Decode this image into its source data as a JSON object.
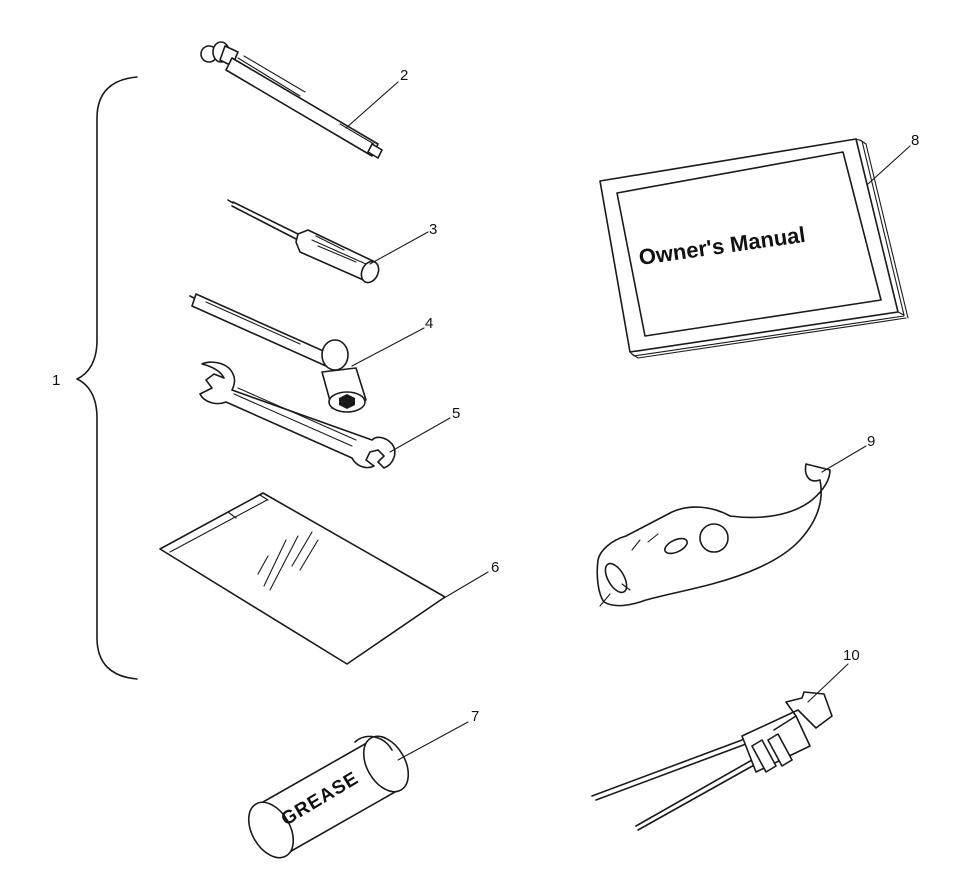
{
  "callouts": {
    "c1": "1",
    "c2": "2",
    "c3": "3",
    "c4": "4",
    "c5": "5",
    "c6": "6",
    "c7": "7",
    "c8": "8",
    "c9": "9",
    "c10": "10"
  },
  "manual_label": "Owner's Manual",
  "grease_label": "GREASE"
}
